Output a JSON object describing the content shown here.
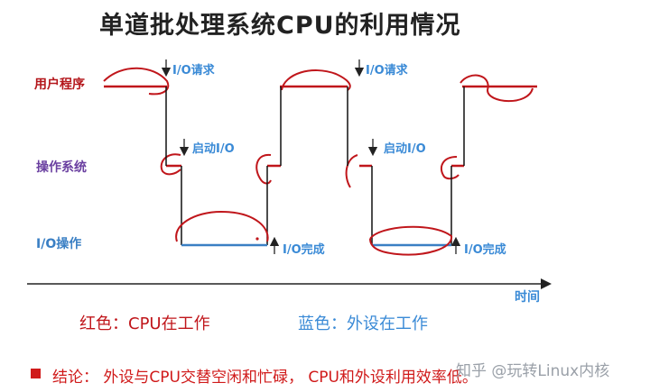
{
  "title": "单道批处理系统CPU的利用情况",
  "rows": {
    "user": "用户程序",
    "os": "操作系统",
    "io": "I/O操作"
  },
  "annotations": {
    "io_request_1": "I/O请求",
    "io_request_2": "I/O请求",
    "start_io_1": "启动I/O",
    "start_io_2": "启动I/O",
    "io_complete_1": "I/O完成",
    "io_complete_2": "I/O完成"
  },
  "axis_label": "时间",
  "legend": {
    "red": "红色：CPU在工作",
    "blue": "蓝色：外设在工作"
  },
  "conclusion": "结论： 外设与CPU交替空闲和忙碌， CPU和外设利用效率低。",
  "watermark": "知乎 @玩转Linux内核",
  "colors": {
    "cpu_working": "#c0161b",
    "device_working": "#3a7fc4",
    "title": "#222222"
  }
}
